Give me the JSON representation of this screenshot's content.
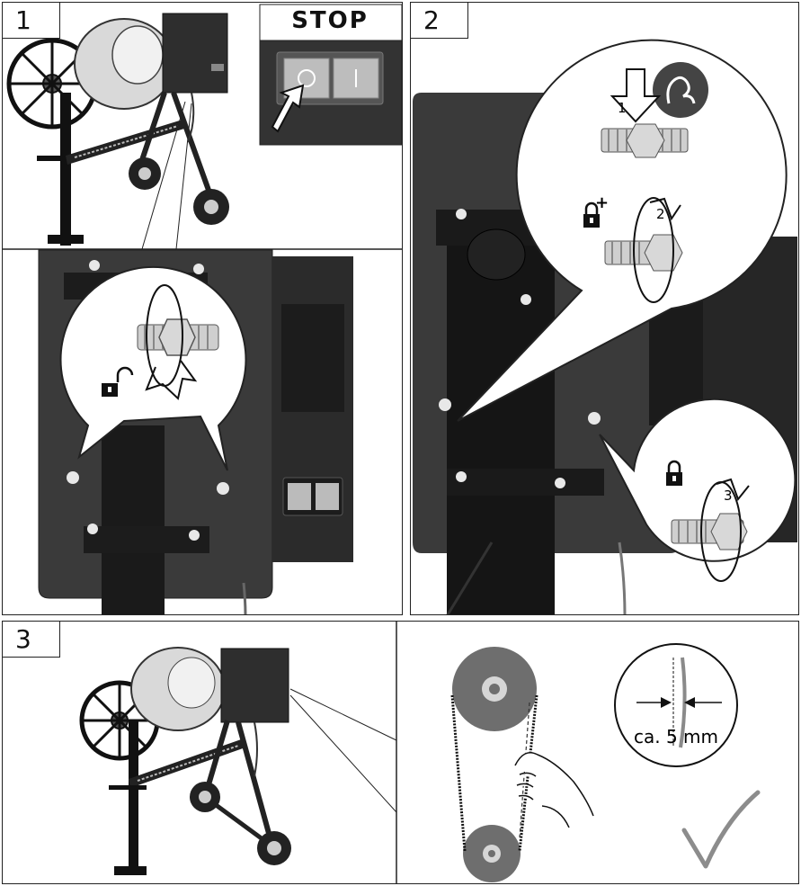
{
  "steps": {
    "s1": "1",
    "s2": "2",
    "s3": "3"
  },
  "stop_panel": {
    "label": "STOP",
    "switch_off": "O",
    "switch_on": "I"
  },
  "order_numbers": {
    "n1": "1",
    "n2": "2",
    "n3": "3"
  },
  "belt_gauge": {
    "label": "ca. 5 mm"
  },
  "icons": [
    "mixer-icon",
    "stop-switch-icon",
    "pointer-hand-icon",
    "unlock-icon",
    "lock-icon",
    "bolt-icon",
    "nut-icon",
    "rotation-arrow-icon",
    "strength-arm-icon",
    "checkmark-icon",
    "hand-icon"
  ],
  "colors": {
    "line": "#222222",
    "dark_panel": "#3b3b3b",
    "belt_pulley": "#707070",
    "check": "#8c8c8c"
  }
}
